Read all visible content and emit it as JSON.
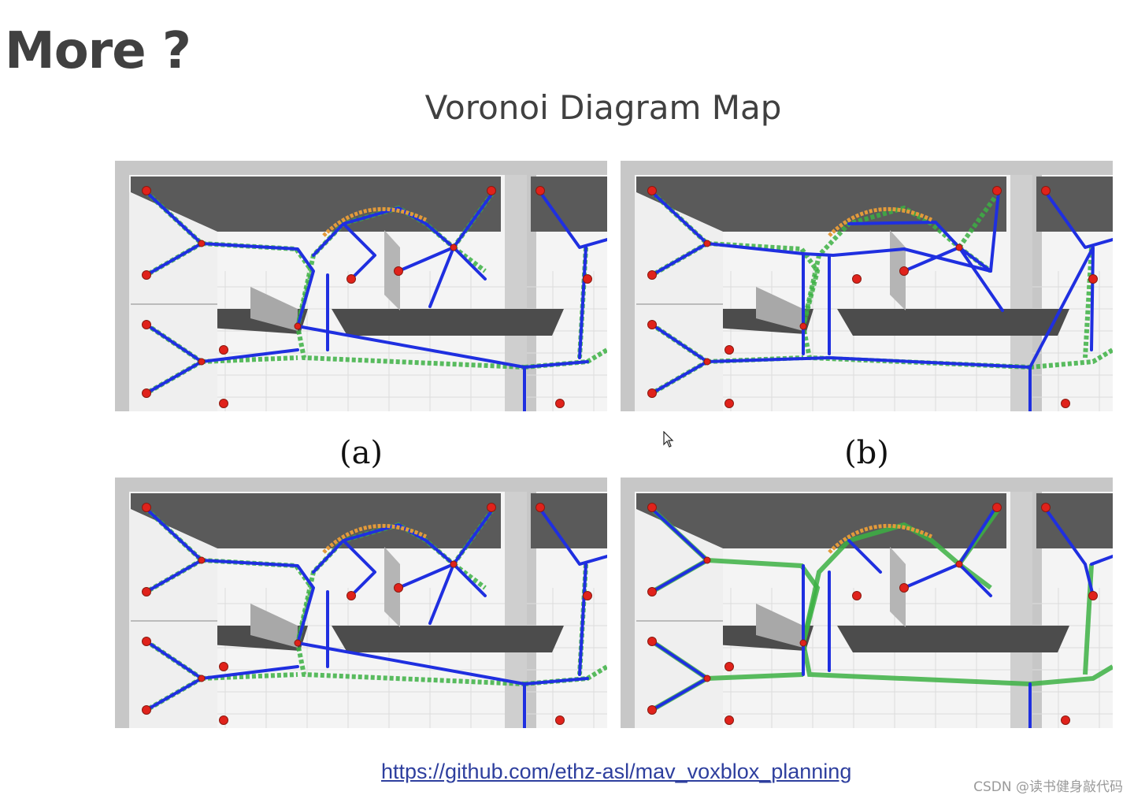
{
  "slide": {
    "title": "More ?",
    "subtitle": "Voronoi Diagram Map"
  },
  "figure": {
    "panels": [
      {
        "id": "a",
        "caption": "(a)",
        "variant": "dense"
      },
      {
        "id": "b",
        "caption": "(b)",
        "variant": "sparse"
      },
      {
        "id": "c",
        "caption": "",
        "variant": "dense"
      },
      {
        "id": "d",
        "caption": "",
        "variant": "green"
      }
    ]
  },
  "footer": {
    "link": "https://github.com/ethz-asl/mav_voxblox_planning",
    "watermark": "CSDN @读书健身敲代码"
  },
  "colors": {
    "edge": "#1f2fe0",
    "skeleton": "#3cb043",
    "vertex": "#e0221b",
    "wall": "#5a5a5a",
    "floor": "#f4f4f4"
  }
}
